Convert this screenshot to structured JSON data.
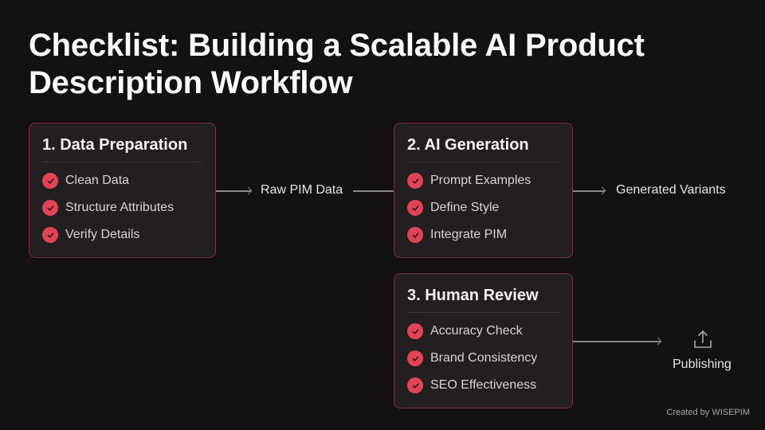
{
  "title": "Checklist: Building a Scalable AI Product Description Workflow",
  "colors": {
    "background": "#141112",
    "card": "#231f20",
    "card_border": "#7a3440",
    "accent": "#e24456",
    "connector": "#8a8687"
  },
  "cards": [
    {
      "title": "1. Data Preparation",
      "items": [
        {
          "label": "Clean Data",
          "icon": "check-circle-icon"
        },
        {
          "label": "Structure Attributes",
          "icon": "check-circle-icon"
        },
        {
          "label": "Verify Details",
          "icon": "check-circle-icon"
        }
      ]
    },
    {
      "title": "2. AI Generation",
      "items": [
        {
          "label": "Prompt Examples",
          "icon": "check-circle-icon"
        },
        {
          "label": "Define Style",
          "icon": "check-circle-icon"
        },
        {
          "label": "Integrate PIM",
          "icon": "check-circle-icon"
        }
      ]
    },
    {
      "title": "3. Human Review",
      "items": [
        {
          "label": "Accuracy Check",
          "icon": "check-circle-icon"
        },
        {
          "label": "Brand Consistency",
          "icon": "check-circle-icon"
        },
        {
          "label": "SEO Effectiveness",
          "icon": "check-circle-icon"
        }
      ]
    }
  ],
  "flow_labels": {
    "raw_data": "Raw PIM Data",
    "generated": "Generated Variants",
    "publishing": "Publishing"
  },
  "icons": {
    "publishing": "upload-share-icon"
  },
  "footer": "Created by WISEPIM"
}
